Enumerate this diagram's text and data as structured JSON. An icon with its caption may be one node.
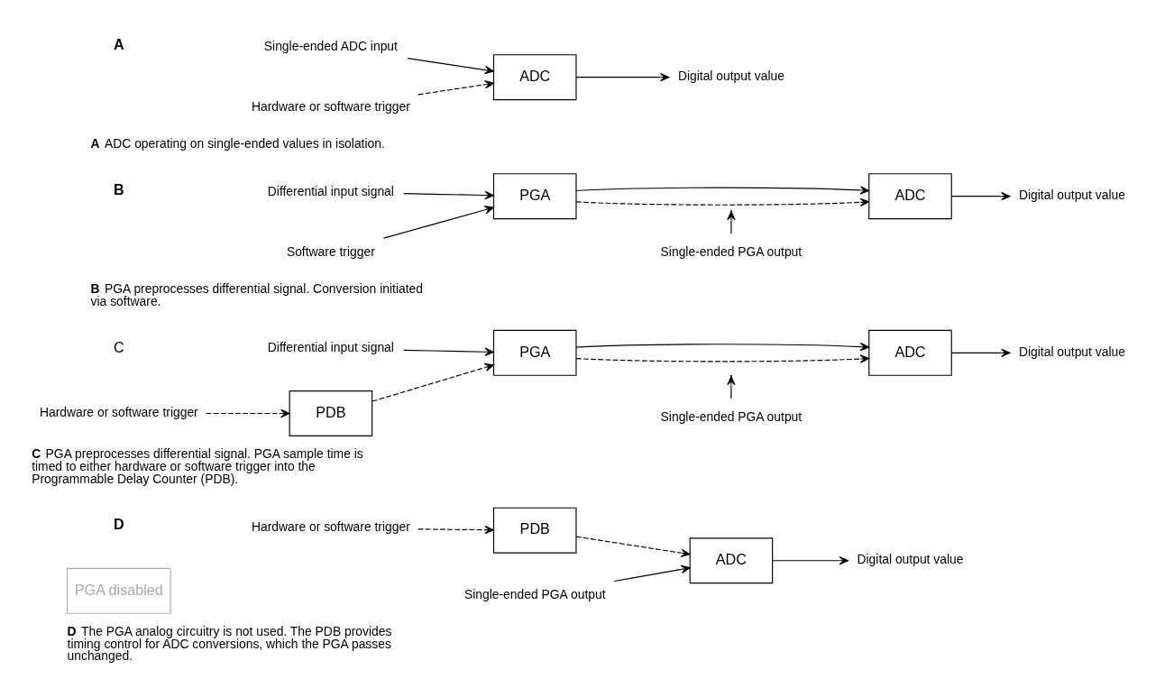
{
  "diagram": {
    "nodes": [
      {
        "text": [
          "Hardware or software trigger"
        ]
      },
      {
        "text": [
          "Single-ended ADC input"
        ]
      },
      {
        "text": [
          "ADC"
        ]
      },
      {
        "text": [
          "Digital output value"
        ]
      },
      {
        "text": [
          "Software trigger"
        ]
      },
      {
        "text": [
          "Differential input signal"
        ]
      },
      {
        "text": [
          "PGA"
        ]
      },
      {
        "text": [
          "ADC"
        ]
      },
      {
        "text": [
          "Digital output value"
        ]
      },
      {
        "text": [
          "Single-ended PGA output"
        ]
      },
      {
        "text": [
          "Hardware or software trigger"
        ]
      },
      {
        "text": [
          "PDB"
        ]
      },
      {
        "text": [
          "Differential input signal"
        ]
      },
      {
        "text": [
          "PGA"
        ]
      },
      {
        "text": [
          "ADC"
        ]
      },
      {
        "text": [
          "Digital output value"
        ]
      },
      {
        "text": [
          "Single-ended PGA output"
        ]
      },
      {
        "text": [
          "Hardware or software trigger"
        ]
      },
      {
        "text": [
          "PDB"
        ]
      },
      {
        "text": [
          "PGA disabled"
        ]
      },
      {
        "text": [
          "ADC"
        ]
      },
      {
        "text": [
          "Digital output value"
        ]
      },
      {
        "text": [
          "Single-ended PGA output"
        ]
      }
    ],
    "edges": [
      {
        "from": 0,
        "to": 2,
        "arrow": "to",
        "style": "dashed"
      },
      {
        "from": 1,
        "to": 2,
        "arrow": "to"
      },
      {
        "from": 2,
        "to": 3,
        "arrow": "to"
      },
      {
        "from": 4,
        "to": 6,
        "arrow": "to"
      },
      {
        "from": 5,
        "to": 6,
        "arrow": "to"
      },
      {
        "from": 6,
        "to": 7,
        "arrow": "to",
        "style": "dashed"
      },
      {
        "from": 6,
        "to": 7,
        "arrow": "to"
      },
      {
        "from": 7,
        "to": 8,
        "arrow": "to"
      },
      {
        "from": 9,
        "to": null,
        "arrow": "to"
      },
      {
        "from": 10,
        "to": 11,
        "arrow": "to",
        "style": "dashed"
      },
      {
        "from": 11,
        "to": 13,
        "arrow": "to",
        "style": "dashed"
      },
      {
        "from": 12,
        "to": 13,
        "arrow": "to"
      },
      {
        "from": 13,
        "to": 14,
        "arrow": "to",
        "style": "dashed"
      },
      {
        "from": 13,
        "to": 14,
        "arrow": "to"
      },
      {
        "from": 14,
        "to": 15,
        "arrow": "to"
      },
      {
        "from": 16,
        "to": null,
        "arrow": "to"
      },
      {
        "from": 17,
        "to": 18,
        "arrow": "to",
        "style": "dashed"
      },
      {
        "from": 18,
        "to": 20,
        "arrow": "to",
        "style": "dashed"
      },
      {
        "from": 22,
        "to": 20,
        "arrow": "to"
      },
      {
        "from": 20,
        "to": 21,
        "arrow": "to"
      }
    ],
    "labels": [
      "A",
      "B",
      "A",
      "ADC operating on single-ended values in isolation.",
      "B",
      "PGA preprocesses differential signal. Conversion initiated via software.",
      "C",
      "D",
      "C",
      "PGA preprocesses differential signal. PGA sample time is timed to either hardware or software trigger into the Programmable Delay Counter (PDB).",
      "D",
      "The PGA analog circuitry is not used. The PDB provides timing control for ADC conversions, which the PGA passes unchanged."
    ]
  }
}
